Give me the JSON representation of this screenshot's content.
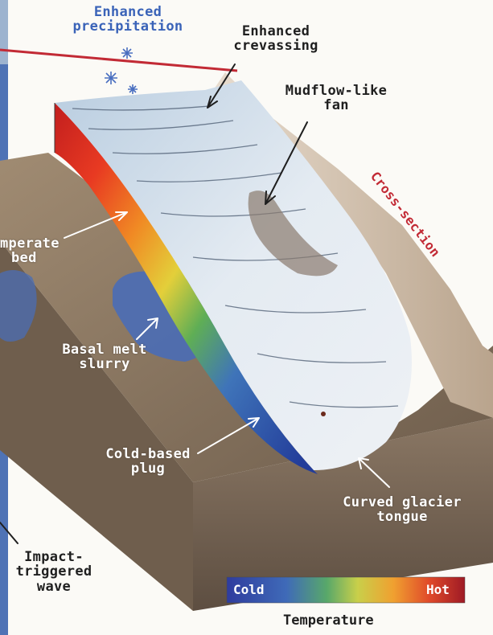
{
  "labels": {
    "enhanced_precipitation": [
      "Enhanced",
      "precipitation"
    ],
    "enhanced_crevassing": [
      "Enhanced",
      "crevassing"
    ],
    "mudflow_fan": [
      "Mudflow-like",
      "fan"
    ],
    "cross_section": "Cross-section",
    "temperate_bed": [
      "mperate",
      "bed"
    ],
    "basal_melt_slurry": [
      "Basal melt",
      "slurry"
    ],
    "cold_based_plug": [
      "Cold-based",
      "plug"
    ],
    "curved_glacier_tongue": [
      "Curved glacier",
      "tongue"
    ],
    "impact_wave": [
      "Impact-",
      "triggered",
      "wave"
    ]
  },
  "legend": {
    "cold": "Cold",
    "hot": "Hot",
    "title": "Temperature"
  },
  "colors": {
    "label_blue": "#3a63b8",
    "label_red": "#c22a35",
    "cold": "#2f3c9e",
    "hot": "#b31d24",
    "ice": "#dfe7ef",
    "rock": "#8c7a62"
  },
  "icons": [
    "snowflake-icon"
  ]
}
